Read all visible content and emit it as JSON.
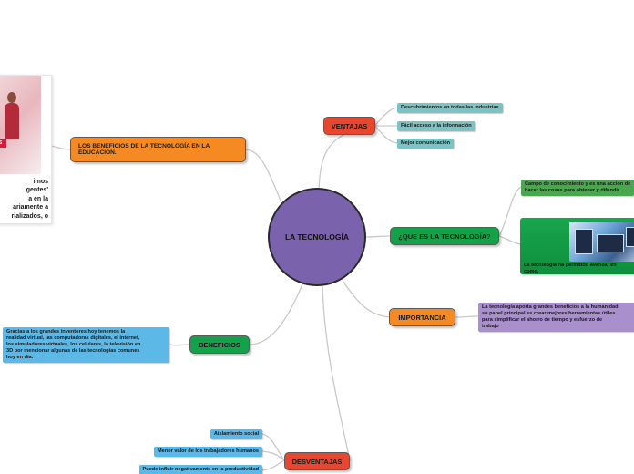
{
  "center": {
    "label": "LA TECNOLOGÍA"
  },
  "branches": {
    "ventajas": {
      "label": "VENTAJAS",
      "items": [
        "Descubrimientos en todas las industrias",
        "Fácil acceso a la información",
        "Mejor comunicación"
      ]
    },
    "que_es": {
      "label": "¿QUE ES LA TECNOLOGÍA?",
      "items": [
        "Campo de conocimiento y es una acción de\nhacer las cosas para obtener y difundir..."
      ],
      "image_caption": "La tecnología ha permitido avanzar en\ncomo."
    },
    "importancia": {
      "label": "IMPORTANCIA",
      "items": [
        "La tecnología aporta grandes beneficios a la humanidad,\nsu papel principal es crear mejores herramientas útiles\npara simplificar el ahorro de tiempo y esfuerzo de\ntrabajo"
      ]
    },
    "desventajas": {
      "label": "DESVENTAJAS",
      "items": [
        "Aislamiento social",
        "Menor valor de los trabajadores humanos",
        "Puede influir negativamente en la productividad"
      ]
    },
    "beneficios": {
      "label": "BENEFICIOS",
      "items": [
        "Gracias a los grandes inventores hoy tenemos la\nrealidad virtual, las computadoras digitales, el internet,\nlos simuladores virtuales, los celulares, la televisión en\n3D por mencionar algunas de las tecnologías comunes\nhoy en día."
      ]
    },
    "educacion": {
      "label": "LOS BENEFICIOS DE LA TECNOLOGÍA EN LA\nEDUCACIÓN.",
      "card_tag": "OS",
      "card_text": "imos\ngentes'\na en la\nariamente a\nrializados, o"
    }
  },
  "colors": {
    "center": "#7a62ad",
    "orange": "#f58a23",
    "red": "#e8462e",
    "green": "#13a14a",
    "teal": "#7cc4c3",
    "blue": "#5cb8e6",
    "purple": "#a98fcc",
    "link": "#c9c9c9"
  }
}
